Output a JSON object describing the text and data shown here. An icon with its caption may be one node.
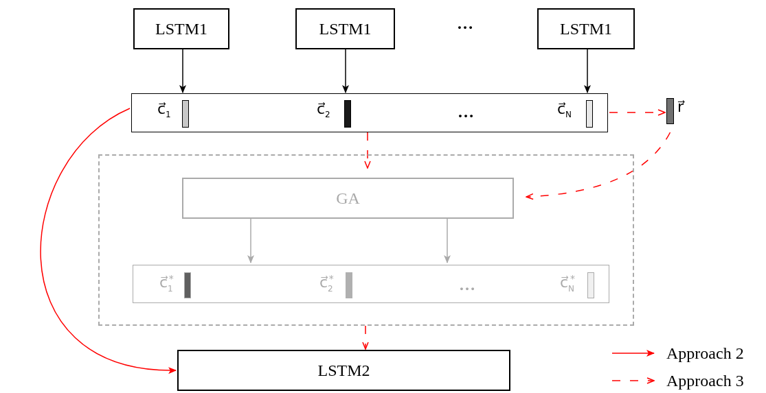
{
  "diagram": {
    "nodes": [
      {
        "text": [
          "LSTM1"
        ]
      },
      {
        "text": [
          "LSTM1"
        ]
      },
      {
        "text": [
          "LSTM1"
        ]
      },
      {
        "text": [],
        "shape": "box"
      },
      {
        "text": [],
        "shape": "bar",
        "in": 3,
        "beside": [
          "c⃗$_{1}$"
        ]
      },
      {
        "text": [],
        "shape": "bar",
        "in": 3,
        "beside": [
          "c⃗$_{2}$"
        ]
      },
      {
        "text": [],
        "shape": "bar",
        "in": 3,
        "beside": [
          "c⃗$_{N}$"
        ]
      },
      {
        "text": [],
        "shape": "bar",
        "beside": [
          "r⃗"
        ]
      },
      {
        "text": [],
        "shape": "box"
      },
      {
        "text": [
          "GA"
        ],
        "in": 8
      },
      {
        "text": [],
        "shape": "box",
        "in": 8
      },
      {
        "text": [],
        "shape": "bar",
        "in": 10,
        "beside": [
          "c⃗$_{1}$$^{*}$"
        ]
      },
      {
        "text": [],
        "shape": "bar",
        "in": 10,
        "beside": [
          "c⃗$_{2}$$^{*}$"
        ]
      },
      {
        "text": [],
        "shape": "bar",
        "in": 10,
        "beside": [
          "c⃗$_{N}$$^{*}$"
        ]
      },
      {
        "text": [
          "LSTM2"
        ]
      }
    ],
    "edges": [
      {
        "from": 0,
        "to": 3,
        "arrow": "to",
        "color": "#000000"
      },
      {
        "from": 1,
        "to": 3,
        "arrow": "to",
        "color": "#000000"
      },
      {
        "from": 2,
        "to": 3,
        "arrow": "to",
        "color": "#000000"
      },
      {
        "from": 3,
        "to": 7,
        "arrow": "to",
        "style": "dashed",
        "color": "#ff0000"
      },
      {
        "from": 3,
        "to": 8,
        "arrow": "to",
        "style": "dashed",
        "color": "#ff0000"
      },
      {
        "from": 7,
        "to": 9,
        "arrow": "to",
        "style": "dashed",
        "color": "#ff0000"
      },
      {
        "from": 9,
        "to": 10,
        "arrow": "to",
        "color": "#aaaaaa"
      },
      {
        "from": 9,
        "to": 10,
        "arrow": "to",
        "color": "#aaaaaa"
      },
      {
        "from": 8,
        "to": 14,
        "arrow": "to",
        "style": "dashed",
        "color": "#ff0000"
      },
      {
        "from": 3,
        "to": 14,
        "arrow": "to",
        "color": "#ff0000"
      }
    ],
    "labels": [
      "…",
      "…",
      "…"
    ],
    "legend": [
      {
        "text": "Approach 2"
      },
      {
        "text": "Approach 3"
      }
    ]
  }
}
